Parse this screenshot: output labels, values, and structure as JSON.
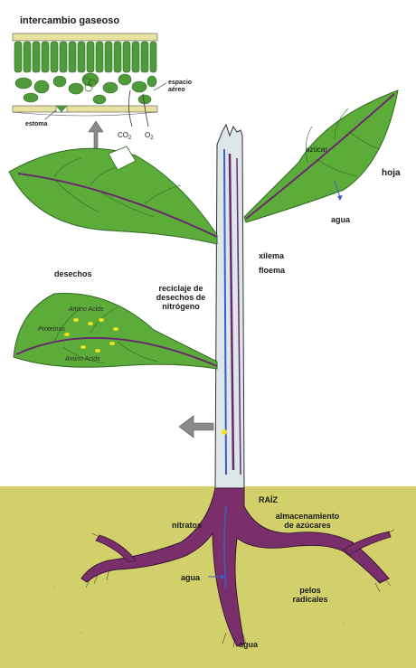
{
  "labels": {
    "gas_exchange": "intercambio gaseoso",
    "air_space_line1": "espacio",
    "air_space_line2": "aéreo",
    "stoma": "estoma",
    "co2": "CO",
    "co2_sub": "2",
    "o2": "O",
    "o2_sub": "2",
    "sugar": "azúcar",
    "leaf": "hoja",
    "water_leaf": "agua",
    "xylem": "xilema",
    "phloem": "floema",
    "waste": "desechos",
    "recycling_line1": "reciclaje de",
    "recycling_line2": "desechos de",
    "recycling_line3": "nitrógeno",
    "amino_acids_top": "Amino Acids",
    "proteins": "Proteínas",
    "amino_acids_bottom": "Amino Acids",
    "root": "RAÍZ",
    "nitrates": "nitratos",
    "sugar_storage_line1": "almacenamiento",
    "sugar_storage_line2": "de azúcares",
    "water_root": "agua",
    "root_hairs_line1": "pelos",
    "root_hairs_line2": "radicales",
    "water_tip": "agua"
  },
  "colors": {
    "leaf": "#5cac3a",
    "leaf_dark": "#2f6a22",
    "stem": "#dde6e8",
    "vein": "#6a2a6e",
    "xylem": "#3a5fc8",
    "soil": "#d2d06a",
    "cell": "#4f9a3a"
  }
}
